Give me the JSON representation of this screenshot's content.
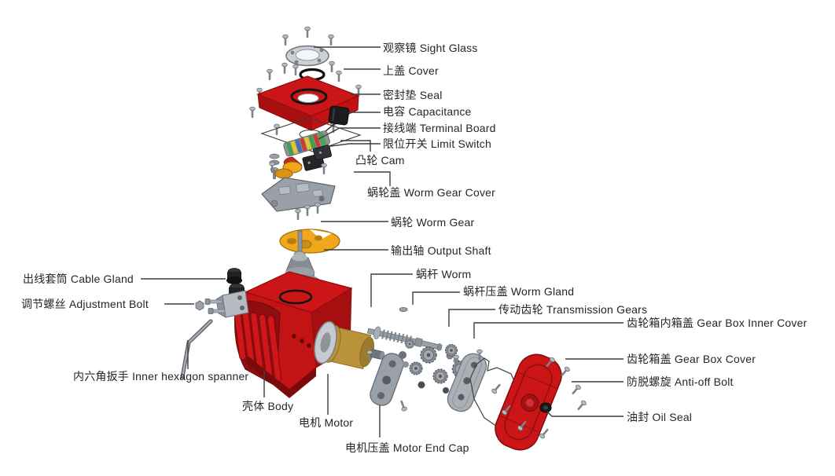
{
  "figure": {
    "type": "exploded-parts-diagram",
    "subject": "electric valve actuator",
    "background": "#ffffff"
  },
  "colors": {
    "housing_red": "#cc1517",
    "housing_red_dark": "#9b0f11",
    "metal_gray": "#9aa0a8",
    "metal_gray_dark": "#6a6f77",
    "brass_gold": "#b9923a",
    "cam_yellow": "#f0a71c",
    "seal_black": "#141414",
    "leader_line": "#3d3d3d",
    "label_text": "#262626"
  },
  "labels": [
    {
      "id": "sight-glass",
      "zh": "观察镜",
      "en": "Sight Glass",
      "text": "观察镜 Sight Glass"
    },
    {
      "id": "cover",
      "zh": "上盖",
      "en": "Cover",
      "text": "上盖 Cover"
    },
    {
      "id": "seal",
      "zh": "密封垫",
      "en": "Seal",
      "text": "密封垫 Seal"
    },
    {
      "id": "capacitance",
      "zh": "电容",
      "en": "Capacitance",
      "text": "电容 Capacitance"
    },
    {
      "id": "terminal-board",
      "zh": "接线端",
      "en": "Terminal Board",
      "text": "接线端 Terminal Board"
    },
    {
      "id": "limit-switch",
      "zh": "限位开关",
      "en": "Limit Switch",
      "text": "限位开关 Limit Switch"
    },
    {
      "id": "cam",
      "zh": "凸轮",
      "en": "Cam",
      "text": "凸轮 Cam"
    },
    {
      "id": "worm-gear-cover",
      "zh": "蜗轮盖",
      "en": "Worm Gear Cover",
      "text": "蜗轮盖 Worm Gear Cover"
    },
    {
      "id": "worm-gear",
      "zh": "蜗轮",
      "en": "Worm Gear",
      "text": "蜗轮 Worm Gear"
    },
    {
      "id": "output-shaft",
      "zh": "输出轴",
      "en": "Output Shaft",
      "text": "输出轴 Output Shaft"
    },
    {
      "id": "worm",
      "zh": "蜗杆",
      "en": "Worm",
      "text": "蜗杆 Worm"
    },
    {
      "id": "worm-gland",
      "zh": "蜗杆压盖",
      "en": "Worm Gland",
      "text": "蜗杆压盖 Worm Gland"
    },
    {
      "id": "transmission-gears",
      "zh": "传动齿轮",
      "en": "Transmission Gears",
      "text": "传动齿轮 Transmission Gears"
    },
    {
      "id": "gearbox-inner-cover",
      "zh": "齿轮箱内箱盖",
      "en": "Gear Box Inner Cover",
      "text": "齿轮箱内箱盖 Gear Box Inner Cover"
    },
    {
      "id": "gearbox-cover",
      "zh": "齿轮箱盖",
      "en": "Gear Box Cover",
      "text": "齿轮箱盖 Gear Box Cover"
    },
    {
      "id": "anti-off-bolt",
      "zh": "防脱螺旋",
      "en": "Anti-off Bolt",
      "text": "防脱螺旋 Anti-off Bolt"
    },
    {
      "id": "oil-seal",
      "zh": "油封",
      "en": "Oil Seal",
      "text": "油封 Oil Seal"
    },
    {
      "id": "cable-gland",
      "zh": "出线套筒",
      "en": "Cable Gland",
      "text": "出线套筒 Cable Gland"
    },
    {
      "id": "adjustment-bolt",
      "zh": "调节螺丝",
      "en": "Adjustment Bolt",
      "text": "调节螺丝 Adjustment Bolt"
    },
    {
      "id": "inner-hexagon-spanner",
      "zh": "内六角扳手",
      "en": "Inner hexagon spanner",
      "text": "内六角扳手 Inner hexagon spanner"
    },
    {
      "id": "body",
      "zh": "壳体",
      "en": "Body",
      "text": "壳体 Body"
    },
    {
      "id": "motor",
      "zh": "电机",
      "en": "Motor",
      "text": "电机 Motor"
    },
    {
      "id": "motor-end-cap",
      "zh": "电机压盖",
      "en": "Motor End Cap",
      "text": "电机压盖 Motor End Cap"
    }
  ]
}
